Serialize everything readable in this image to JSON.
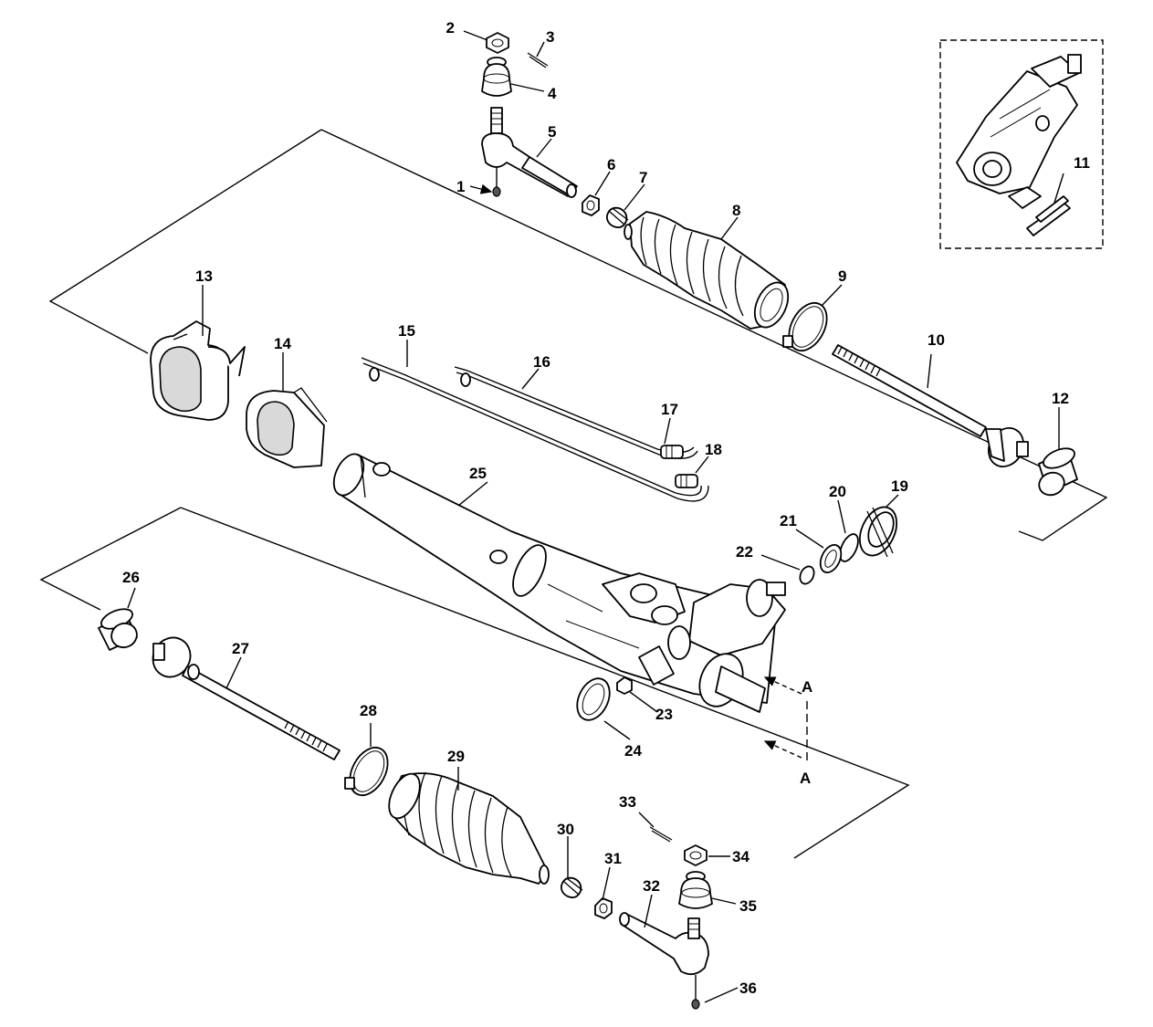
{
  "callouts": [
    "1",
    "2",
    "3",
    "4",
    "5",
    "6",
    "7",
    "8",
    "9",
    "10",
    "11",
    "12",
    "13",
    "14",
    "15",
    "16",
    "17",
    "18",
    "19",
    "20",
    "21",
    "22",
    "23",
    "24",
    "25",
    "26",
    "27",
    "28",
    "29",
    "30",
    "31",
    "32",
    "33",
    "34",
    "35",
    "36"
  ],
  "view_label_a": "A"
}
